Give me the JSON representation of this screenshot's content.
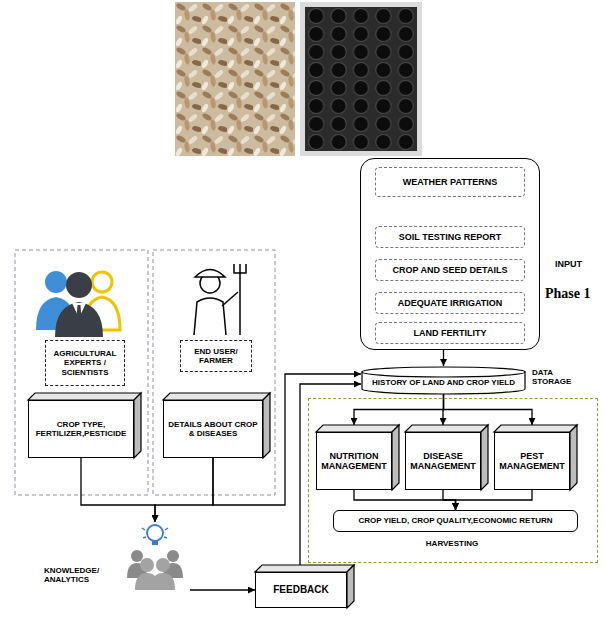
{
  "diagram": {
    "nodes": [
      {
        "text": [
          "INPUT",
          "Phase 1"
        ]
      },
      {
        "text": [
          "WEATHER PATTERNS"
        ],
        "in": 0
      },
      {
        "text": [
          "SOIL TESTING REPORT"
        ],
        "in": 0
      },
      {
        "text": [
          "CROP AND SEED DETAILS"
        ],
        "in": 0
      },
      {
        "text": [
          "ADEQUATE IRRIGATION"
        ],
        "in": 0
      },
      {
        "text": [
          "LAND FERTILITY"
        ],
        "in": 0
      },
      {
        "text": [
          "AGRICULTURAL EXPERTS / SCIENTISTS"
        ]
      },
      {
        "text": [
          "END USER/ FARMER"
        ]
      },
      {
        "text": [
          "HISTORY OF LAND AND CROP YIELD",
          "DATA STORAGE"
        ]
      },
      {
        "text": [
          "HARVESTING"
        ]
      },
      {
        "text": [
          "NUTRITION MANAGEMENT"
        ],
        "in": 9
      },
      {
        "text": [
          "DISEASE MANAGEMENT"
        ],
        "in": 9
      },
      {
        "text": [
          "PEST MANAGEMENT"
        ],
        "in": 9
      },
      {
        "text": [
          "CROP TYPE, FERTILIZER,PESTICIDE"
        ]
      },
      {
        "text": [
          "DETAILS ABOUT CROP & DISEASES"
        ]
      },
      {
        "text": [
          "CROP YIELD, CROP QUALITY,ECONOMIC RETURN"
        ],
        "in": 9
      },
      {
        "text": [
          "KNOWLEDGE/ ANALYTICS"
        ]
      },
      {
        "text": [
          "FEEDBACK"
        ]
      }
    ],
    "edges": [
      {
        "from": 0,
        "to": 8,
        "arrow": "to"
      },
      {
        "from": 8,
        "to": 10,
        "arrow": "to"
      },
      {
        "from": 8,
        "to": 11,
        "arrow": "to"
      },
      {
        "from": 8,
        "to": 12,
        "arrow": "to"
      },
      {
        "from": 10,
        "to": 15,
        "arrow": "to"
      },
      {
        "from": 11,
        "to": 15,
        "arrow": "to"
      },
      {
        "from": 12,
        "to": 15,
        "arrow": "to"
      },
      {
        "from": 13,
        "to": 16,
        "arrow": "to"
      },
      {
        "from": 14,
        "to": 16,
        "arrow": "to"
      },
      {
        "from": 16,
        "to": 17,
        "arrow": "to"
      },
      {
        "from": 17,
        "to": 8,
        "arrow": "to"
      },
      {
        "from": 14,
        "to": 8,
        "arrow": "to"
      }
    ]
  }
}
